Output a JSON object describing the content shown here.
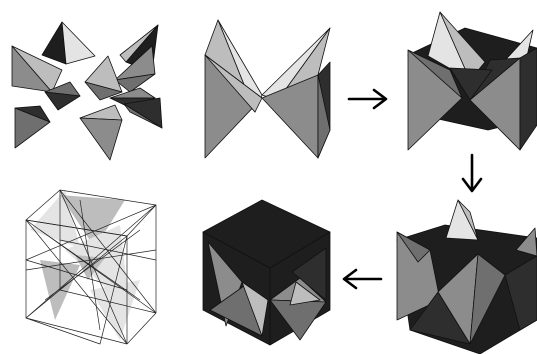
{
  "colors": {
    "background": "#ffffff",
    "black_face": "#1e1e1e",
    "dark_face": "#2e2e2e",
    "mid_face": "#6f6f6f",
    "gray_face": "#8c8c8c",
    "light_face": "#bdbdbd",
    "pale_face": "#e4e4e4",
    "outline": "#111111",
    "wire": "#222222"
  },
  "arrows": [
    {
      "direction": "right",
      "glyph": "right-arrow"
    },
    {
      "direction": "down",
      "glyph": "down-arrow"
    },
    {
      "direction": "left",
      "glyph": "left-arrow"
    }
  ],
  "panels": [
    {
      "name": "exploded-tetrahedra-pieces"
    },
    {
      "name": "first-two-star-tetrahedra"
    },
    {
      "name": "partial-assembly"
    },
    {
      "name": "near-complete-assembly"
    },
    {
      "name": "completed-cube"
    },
    {
      "name": "wireframe-cube"
    }
  ]
}
